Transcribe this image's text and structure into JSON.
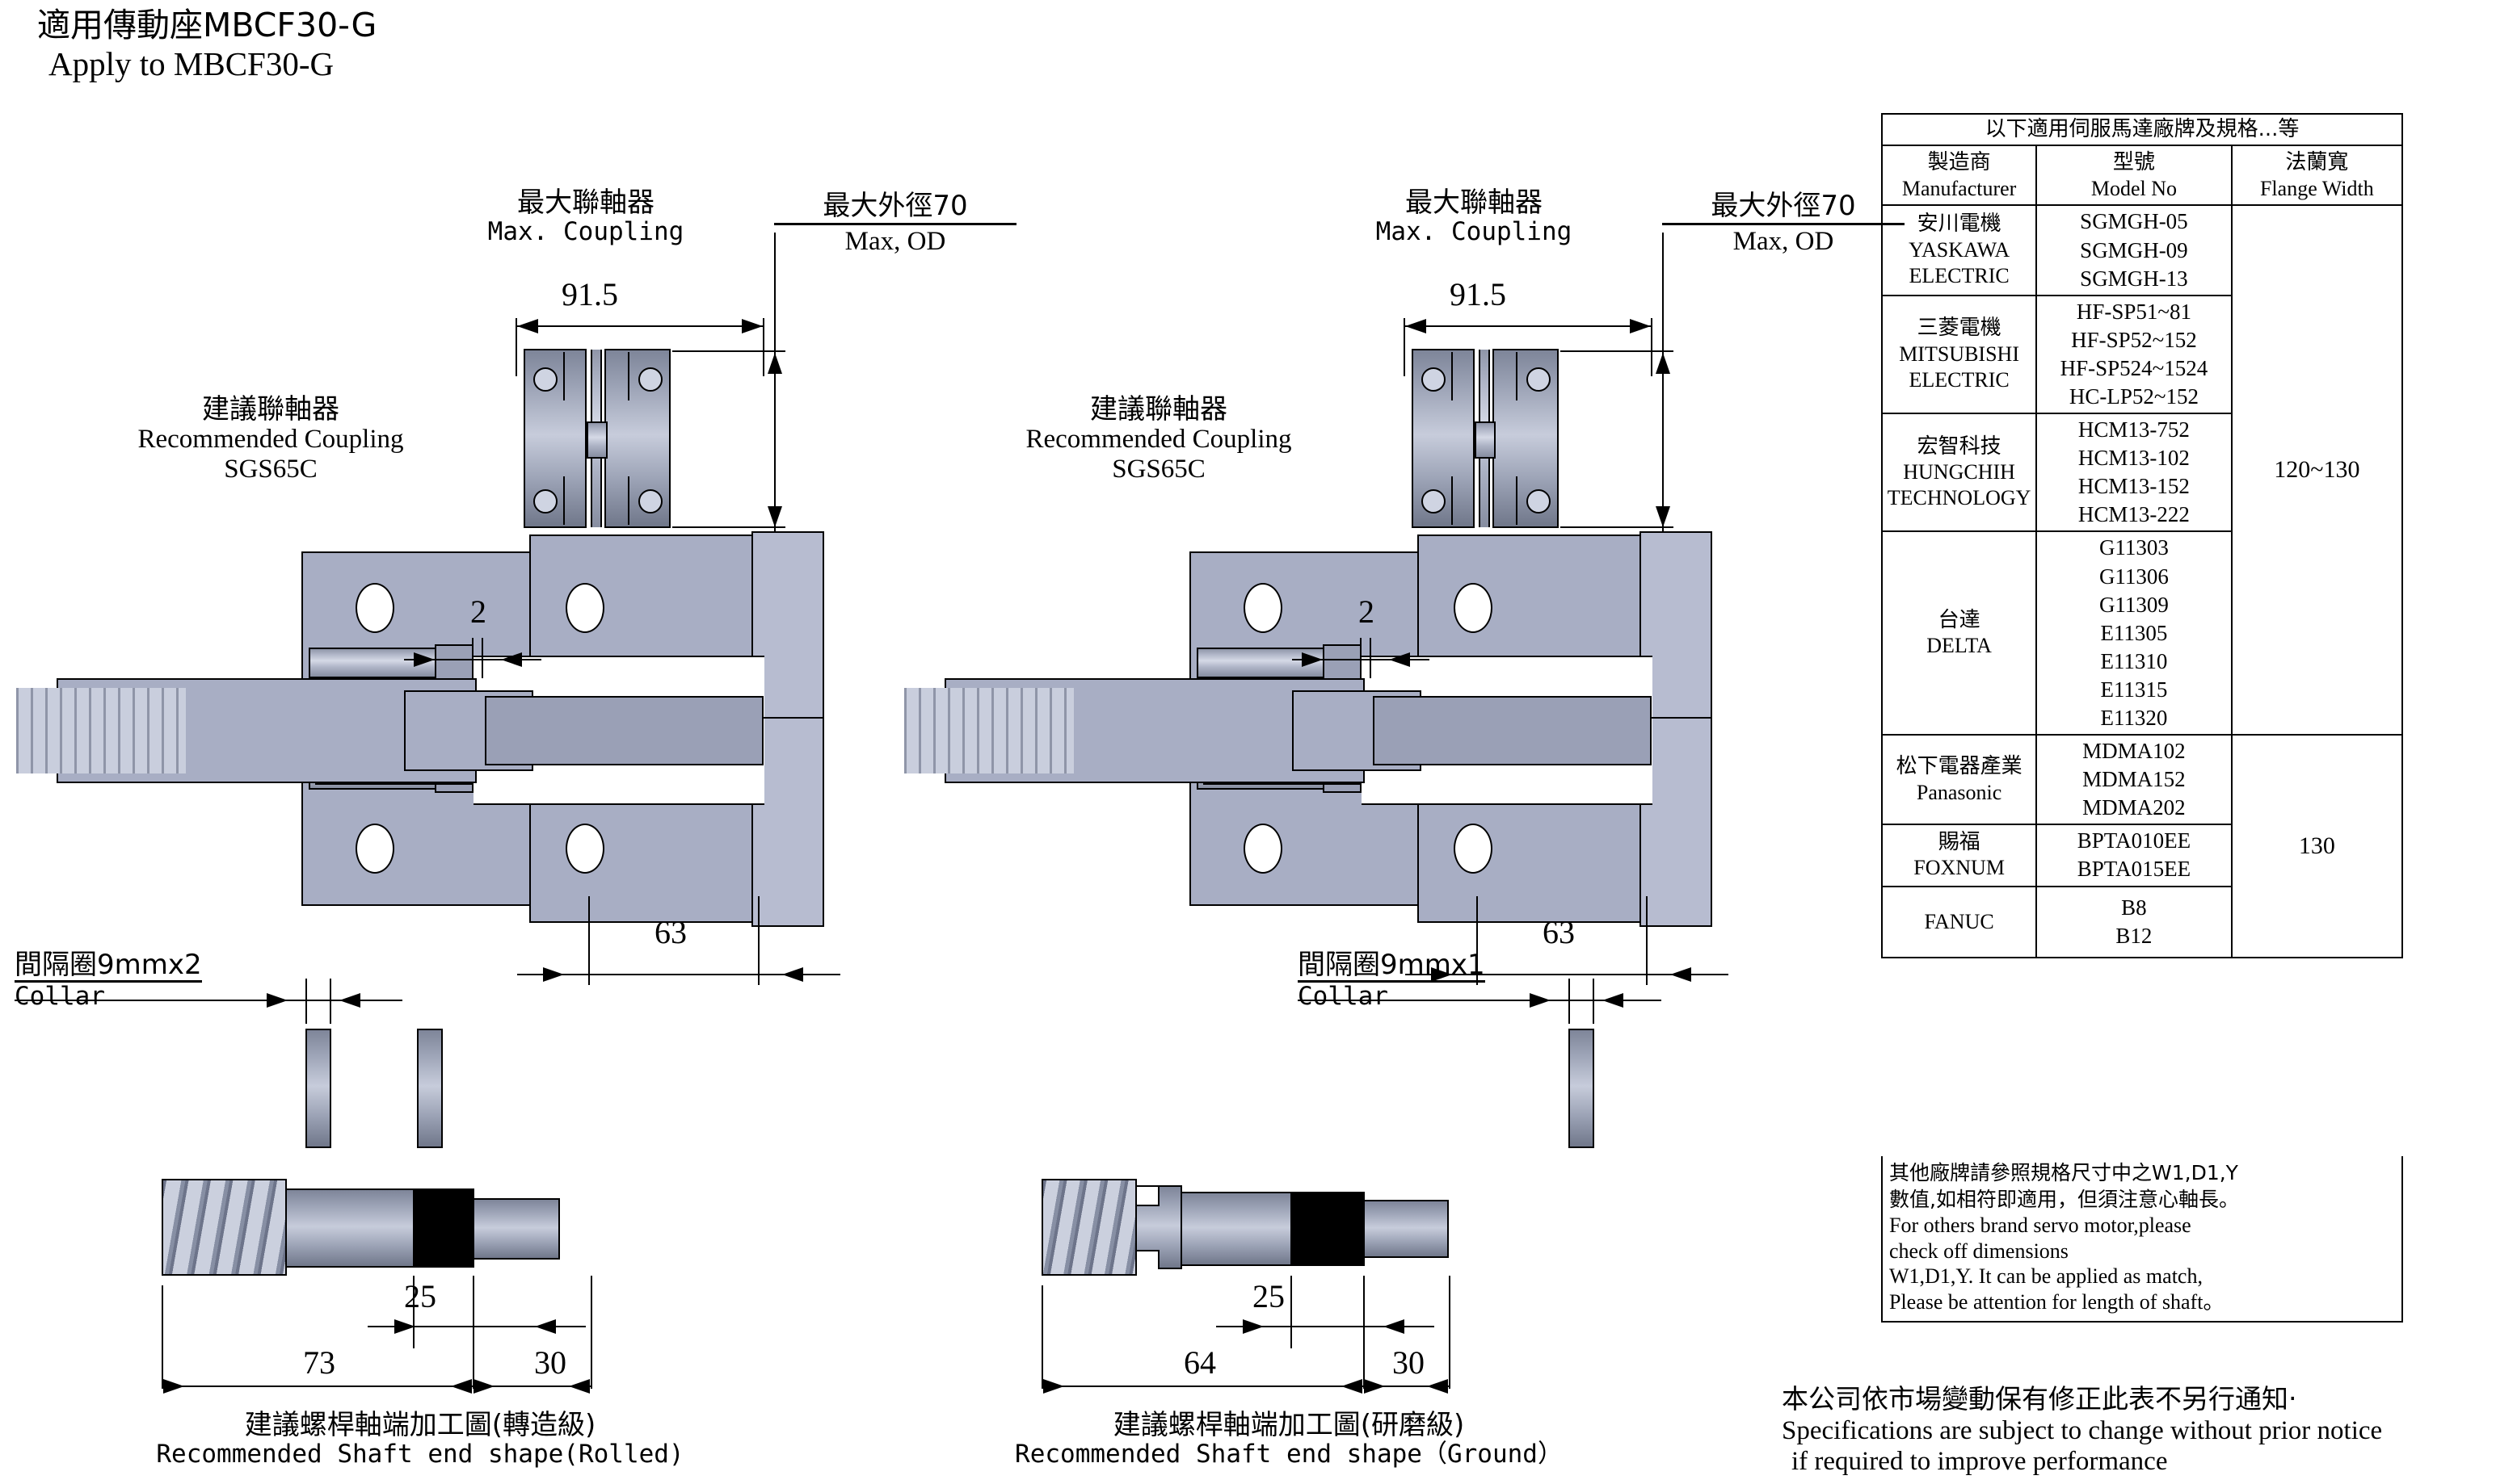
{
  "title": {
    "cn": "適用傳動座MBCF30-G",
    "en": "Apply to    MBCF30-G"
  },
  "views": [
    {
      "id": "left",
      "max_coupling_cn": "最大聯軸器",
      "max_coupling_en": "Max. Coupling",
      "max_od_cn": "最大外徑70",
      "max_od_en": "Max, OD",
      "coupling_width": "91.5",
      "rec_coupling_cn": "建議聯軸器",
      "rec_coupling_en": "Recommended Coupling",
      "rec_coupling_model": "SGS65C",
      "gap_dim": "2",
      "depth_dim": "63",
      "collar_cn": "間隔圈9mmx2",
      "collar_en": "Collar",
      "collar_count": 2,
      "shaft_caption_cn": "建議螺桿軸端加工圖(轉造級)",
      "shaft_caption_en": "Recommended Shaft end shape(Rolled)",
      "shaft_dim_small": "25",
      "shaft_dim_main": "73",
      "shaft_dim_end": "30"
    },
    {
      "id": "right",
      "max_coupling_cn": "最大聯軸器",
      "max_coupling_en": "Max. Coupling",
      "max_od_cn": "最大外徑70",
      "max_od_en": "Max, OD",
      "coupling_width": "91.5",
      "rec_coupling_cn": "建議聯軸器",
      "rec_coupling_en": "Recommended Coupling",
      "rec_coupling_model": "SGS65C",
      "gap_dim": "2",
      "depth_dim": "63",
      "collar_cn": "間隔圈9mmx1",
      "collar_en": "Collar",
      "collar_count": 1,
      "shaft_caption_cn": "建議螺桿軸端加工圖(研磨級)",
      "shaft_caption_en": "Recommended Shaft end shape（Ground）",
      "shaft_dim_small": "25",
      "shaft_dim_main": "64",
      "shaft_dim_end": "30"
    }
  ],
  "spec_table": {
    "title": "以下適用伺服馬達廠牌及規格...等",
    "headers": [
      {
        "cn": "製造商",
        "en": "Manufacturer"
      },
      {
        "cn": "型號",
        "en": "Model No"
      },
      {
        "cn": "法蘭寬",
        "en": "Flange Width"
      }
    ],
    "rows": [
      {
        "manufacturer_cn": "安川電機",
        "manufacturer_en": "YASKAWA\nELECTRIC",
        "models": [
          "SGMGH-05",
          "SGMGH-09",
          "SGMGH-13"
        ]
      },
      {
        "manufacturer_cn": "三菱電機",
        "manufacturer_en": "MITSUBISHI\nELECTRIC",
        "models": [
          "HF-SP51~81",
          "HF-SP52~152",
          "HF-SP524~1524",
          "HC-LP52~152"
        ]
      },
      {
        "manufacturer_cn": "宏智科技",
        "manufacturer_en": "HUNGCHIH\nTECHNOLOGY",
        "models": [
          "HCM13-752",
          "HCM13-102",
          "HCM13-152",
          "HCM13-222"
        ]
      },
      {
        "manufacturer_cn": "台達",
        "manufacturer_en": "DELTA",
        "models": [
          "G11303",
          "G11306",
          "G11309",
          "E11305",
          "E11310",
          "E11315",
          "E11320"
        ]
      },
      {
        "manufacturer_cn": "松下電器產業",
        "manufacturer_en": "Panasonic",
        "models": [
          "MDMA102",
          "MDMA152",
          "MDMA202"
        ]
      },
      {
        "manufacturer_cn": "賜福",
        "manufacturer_en": "FOXNUM",
        "models": [
          "BPTA010EE",
          "BPTA015EE"
        ]
      },
      {
        "manufacturer_cn": "",
        "manufacturer_en": "FANUC",
        "models": [
          "B8",
          "B12"
        ]
      }
    ],
    "flange_widths": [
      {
        "value": "120~130",
        "rows": 4
      },
      {
        "value": "130",
        "rows": 3
      }
    ]
  },
  "note": {
    "line1_cn": "其他廠牌請參照規格尺寸中之W1,D1,Y",
    "line2_cn": "數值,如相符即適用，但須注意心軸長。",
    "line3_en": "For others brand servo motor,please",
    "line4_en": "check off dimensions",
    "line5_en": "W1,D1,Y. It can be applied as match,",
    "line6_en": "Please be attention for length of shaft。"
  },
  "disclaimer": {
    "line1_cn": "本公司依市場變動保有修正此表不另行通知‧",
    "line2_en": "Specifications are subject to change without prior notice",
    "line3_en": "if required to improve performance"
  },
  "colors": {
    "ink": "#000000",
    "metal_light": "#d5d9e6",
    "metal_mid": "#a8aec4",
    "metal_dark": "#70778a",
    "paper": "#ffffff"
  }
}
